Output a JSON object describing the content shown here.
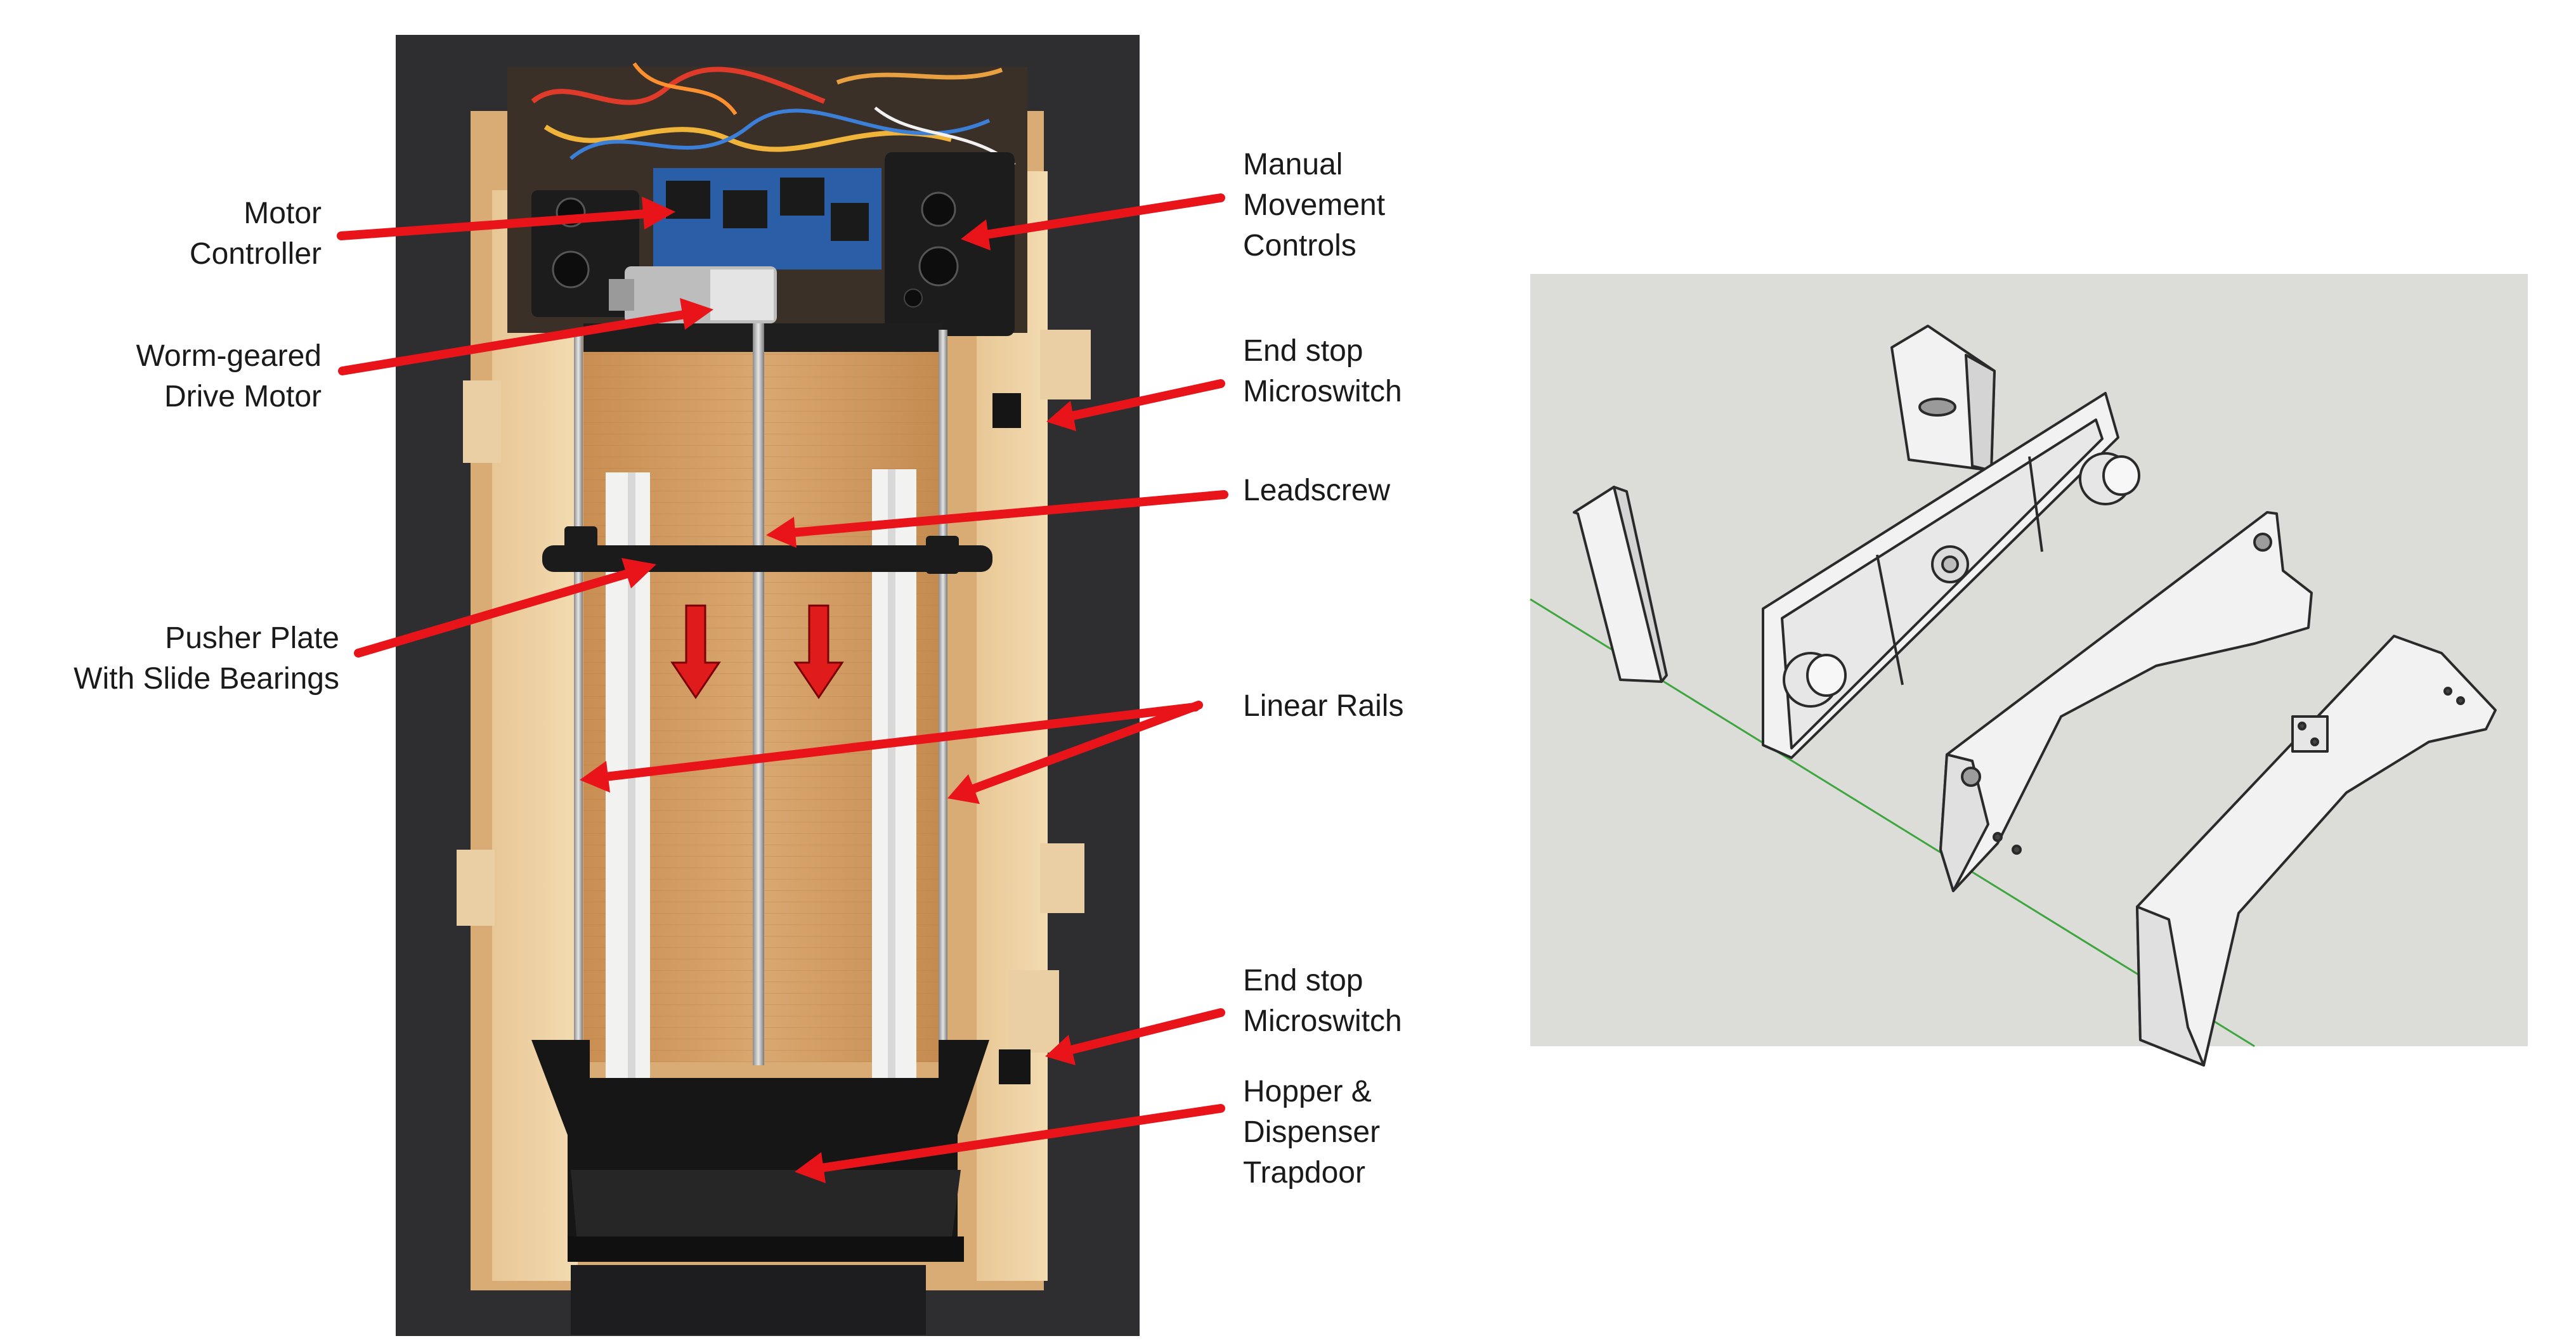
{
  "labels": {
    "motor_controller": [
      "Motor",
      "Controller"
    ],
    "drive_motor": [
      "Worm-geared",
      "Drive Motor"
    ],
    "pusher_plate": [
      "Pusher Plate",
      "With Slide Bearings"
    ],
    "manual_controls": [
      "Manual",
      "Movement",
      "Controls"
    ],
    "end_stop_top": [
      "End stop",
      "Microswitch"
    ],
    "leadscrew": [
      "Leadscrew"
    ],
    "linear_rails": [
      "Linear Rails"
    ],
    "end_stop_bottom": [
      "End stop",
      "Microswitch"
    ],
    "hopper": [
      "Hopper &",
      "Dispenser",
      "Trapdoor"
    ]
  },
  "colors": {
    "arrow": "#e8141a",
    "wood": "#d9ad78",
    "wood_light": "#efd3a6",
    "black_part": "#1b1b1b",
    "background_dark": "#2b2b2d",
    "cad_background": "#dcdcd9",
    "cad_part": "#f2f2f2",
    "axis_green": "#3fa63f"
  }
}
